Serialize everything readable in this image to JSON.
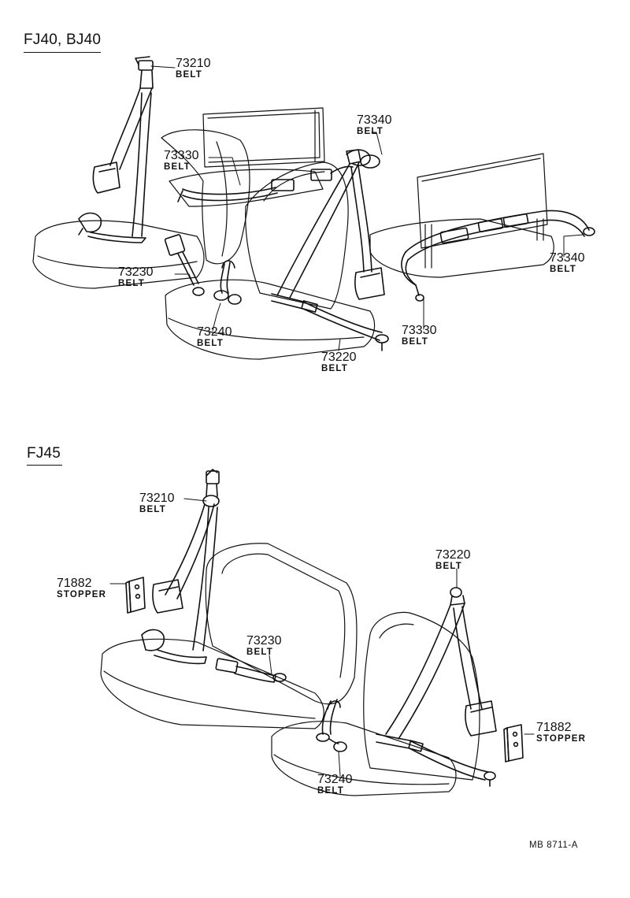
{
  "sections": [
    {
      "title": "FJ40, BJ40"
    },
    {
      "title": "FJ45"
    }
  ],
  "callouts": [
    {
      "part": "73210",
      "name": "BELT"
    },
    {
      "part": "73330",
      "name": "BELT"
    },
    {
      "part": "73340",
      "name": "BELT"
    },
    {
      "part": "73230",
      "name": "BELT"
    },
    {
      "part": "73240",
      "name": "BELT"
    },
    {
      "part": "73220",
      "name": "BELT"
    },
    {
      "part": "73330",
      "name": "BELT"
    },
    {
      "part": "73340",
      "name": "BELT"
    },
    {
      "part": "73210",
      "name": "BELT"
    },
    {
      "part": "71882",
      "name": "STOPPER"
    },
    {
      "part": "73230",
      "name": "BELT"
    },
    {
      "part": "73220",
      "name": "BELT"
    },
    {
      "part": "71882",
      "name": "STOPPER"
    },
    {
      "part": "73240",
      "name": "BELT"
    }
  ],
  "footer": {
    "code": "MB 8711-A"
  }
}
